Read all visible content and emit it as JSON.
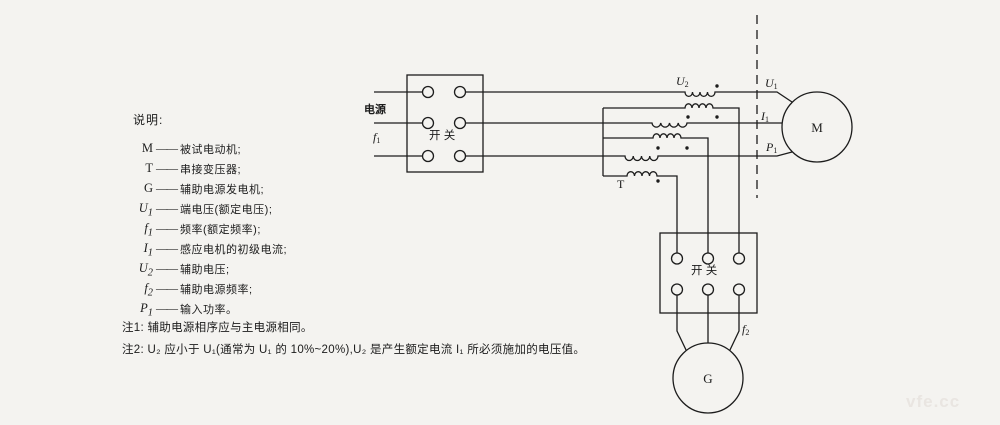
{
  "page": {
    "background": "#f4f3f0",
    "ink": "#1c1c1c"
  },
  "legend": {
    "title": "说明:",
    "dash": "——",
    "items": [
      {
        "sym": "M",
        "sub": "",
        "desc": "被试电动机;"
      },
      {
        "sym": "T",
        "sub": "",
        "desc": "串接变压器;"
      },
      {
        "sym": "G",
        "sub": "",
        "desc": "辅助电源发电机;"
      },
      {
        "sym": "U",
        "sub": "1",
        "desc": "端电压(额定电压);"
      },
      {
        "sym": "f",
        "sub": "1",
        "desc": "频率(额定频率);"
      },
      {
        "sym": "I",
        "sub": "1",
        "desc": "感应电机的初级电流;"
      },
      {
        "sym": "U",
        "sub": "2",
        "desc": "辅助电压;"
      },
      {
        "sym": "f",
        "sub": "2",
        "desc": "辅助电源频率;"
      },
      {
        "sym": "P",
        "sub": "1",
        "desc": "输入功率。"
      }
    ],
    "note1": "注1: 辅助电源相序应与主电源相同。",
    "note2": "注2: U₂ 应小于 U₁(通常为 U₁ 的 10%~20%),U₂ 是产生额定电流 I₁ 所必须施加的电压值。"
  },
  "circuit": {
    "source_label": "电源",
    "f1_main": "f",
    "f1_sub": "1",
    "switch_upper_label": "开 关",
    "switch_lower_label": "开 关",
    "transformer_label": "T",
    "u2_main": "U",
    "u2_sub": "2",
    "u1_main": "U",
    "u1_sub": "1",
    "i1_main": "I",
    "i1_sub": "1",
    "p1_main": "P",
    "p1_sub": "1",
    "f2_main": "f",
    "f2_sub": "2",
    "motor_label": "M",
    "generator_label": "G"
  },
  "watermark": "vfe.cc"
}
